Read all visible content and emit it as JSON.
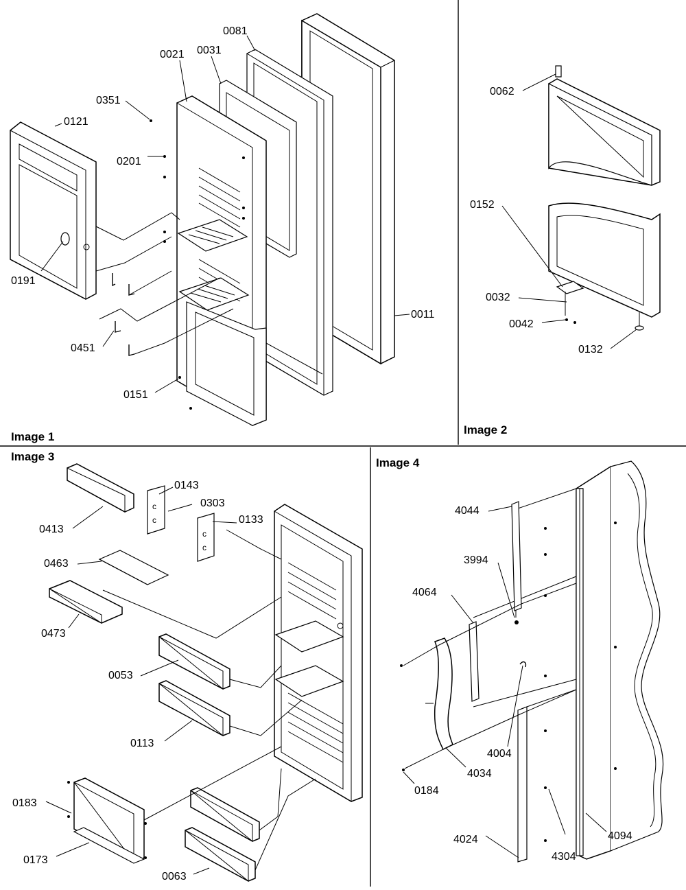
{
  "images": {
    "image1": {
      "title": "Image 1",
      "labels": [
        "0081",
        "0021",
        "0031",
        "0351",
        "0121",
        "0201",
        "0191",
        "0011",
        "0451",
        "0151"
      ]
    },
    "image2": {
      "title": "Image 2",
      "labels": [
        "0062",
        "0152",
        "0032",
        "0042",
        "0132"
      ]
    },
    "image3": {
      "title": "Image 3",
      "labels": [
        "0143",
        "0303",
        "0413",
        "0133",
        "0463",
        "0473",
        "0053",
        "0113",
        "0183",
        "0173",
        "0063"
      ]
    },
    "image4": {
      "title": "Image 4",
      "labels": [
        "4044",
        "3994",
        "4064",
        "4004",
        "4034",
        "0184",
        "4024",
        "4304",
        "4094"
      ]
    }
  }
}
